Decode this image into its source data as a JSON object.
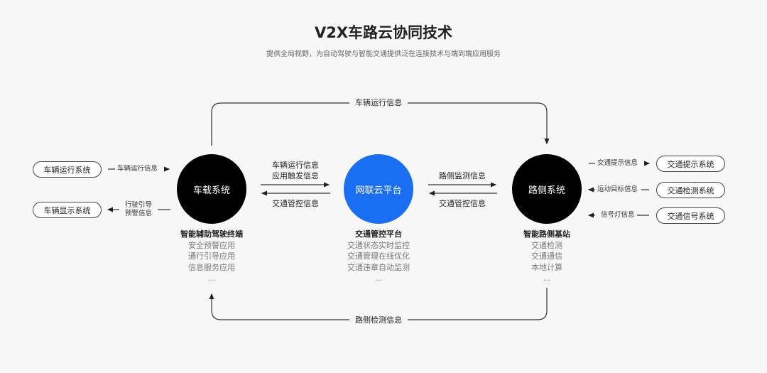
{
  "title": "V2X车路云协同技术",
  "subtitle": "提供全局视野，为自动驾驶与智能交通提供泛在连接技术与端到端应用服务",
  "colors": {
    "platform": "#1a6ef2",
    "node": "#000000"
  },
  "nodes": {
    "vehicle": {
      "name": "车载系统",
      "caption": "智能辅助驾驶终端",
      "items": [
        "安全预警应用",
        "通行引导应用",
        "信息服务应用",
        "..."
      ]
    },
    "cloud": {
      "name": "网联云平台",
      "caption": "交通管控平台",
      "items": [
        "交通状态实时监控",
        "交通管理在线优化",
        "交通违章自动监测",
        "..."
      ]
    },
    "roadside": {
      "name": "路侧系统",
      "caption": "智能路侧基站",
      "items": [
        "交通检测",
        "交通通信",
        "本地计算",
        "..."
      ]
    }
  },
  "flows": {
    "top": "车辆运行信息",
    "bottom": "路侧检测信息",
    "v2c_1": "车辆运行信息",
    "v2c_2": "应用触发信息",
    "c2v": "交通管控信息",
    "r2c": "路侧监测信息",
    "c2r": "交通管控信息"
  },
  "left": {
    "sys1": "车辆运行系统",
    "sys1_flow": "车辆运行信息",
    "sys2": "车辆显示系统",
    "sys2_flow_1": "行驶引导",
    "sys2_flow_2": "预警信息"
  },
  "right": {
    "sys1": "交通提示系统",
    "sys1_flow": "交通提示信息",
    "sys2": "交通检测系统",
    "sys2_flow": "运动目标信息",
    "sys3": "交通信号系统",
    "sys3_flow": "信号灯信息"
  }
}
